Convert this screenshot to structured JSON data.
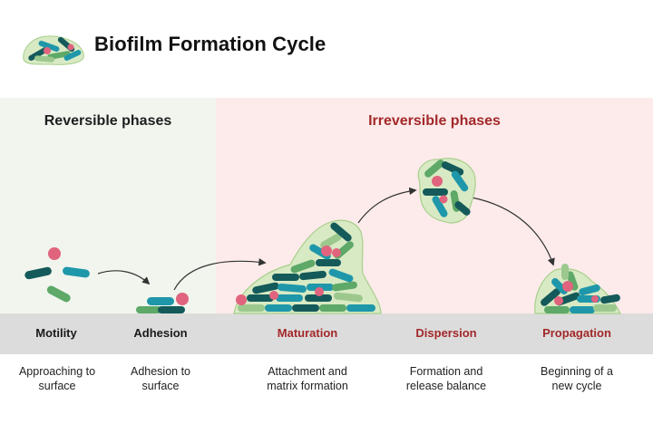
{
  "title": "Biofilm Formation Cycle",
  "phases": {
    "reversible": "Reversible phases",
    "irreversible": "Irreversible phases"
  },
  "stages": [
    {
      "label": "Motility",
      "description": "Approaching to surface"
    },
    {
      "label": "Adhesion",
      "description": "Adhesion to surface"
    },
    {
      "label": "Maturation",
      "description": "Attachment and matrix formation"
    },
    {
      "label": "Dispersion",
      "description": "Formation and release balance"
    },
    {
      "label": "Propagation",
      "description": "Beginning of a new cycle"
    }
  ],
  "colors": {
    "dark_teal": "#145a5a",
    "teal": "#1f97aa",
    "green": "#5ea868",
    "light_green": "#9cc88e",
    "pink": "#e1647e",
    "matrix": "#d8eac4",
    "accent_red": "#a3282a",
    "reversible_bg": "#f1f5ee",
    "irreversible_bg": "#fcebea",
    "band_gray": "#dcdcdc"
  }
}
